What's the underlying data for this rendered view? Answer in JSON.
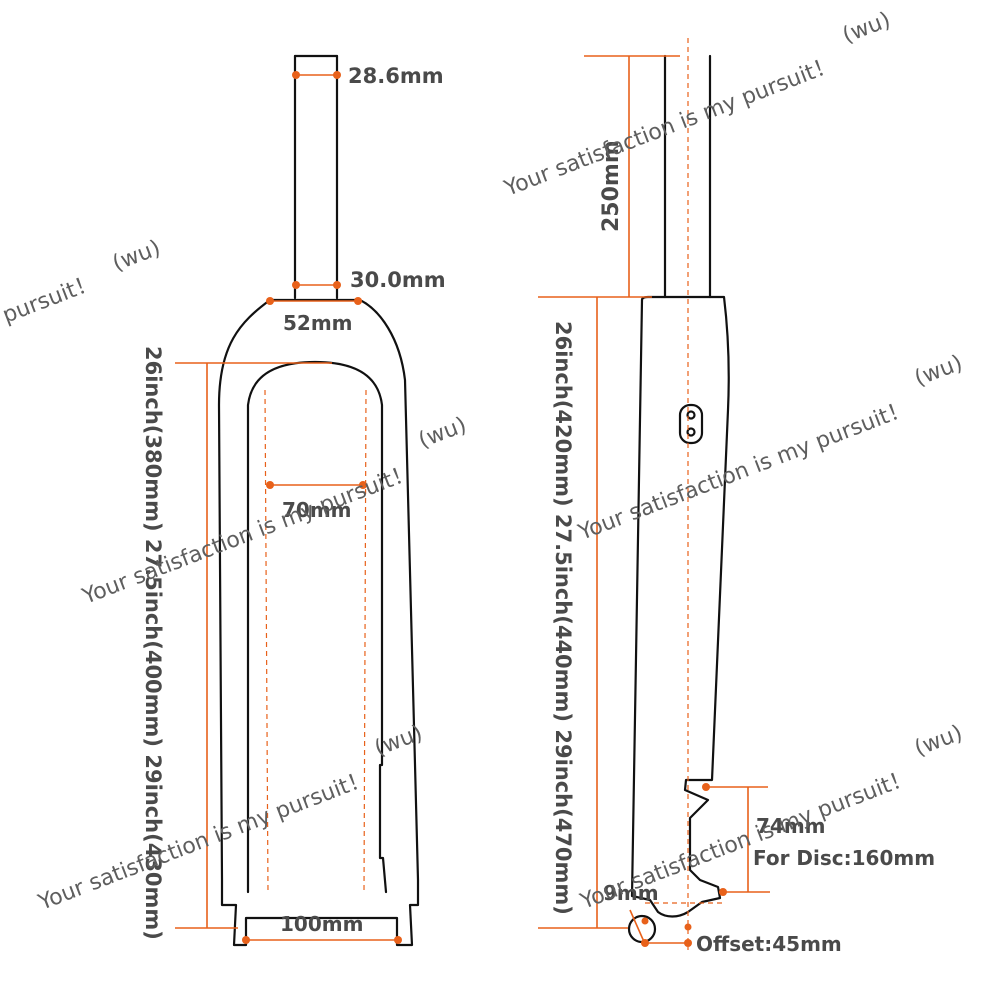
{
  "front_view": {
    "steerer_top_diameter": "28.6mm",
    "steerer_bottom_diameter": "30.0mm",
    "crown_width": "52mm",
    "inner_width": "70mm",
    "axle_spacing": "100mm",
    "fork_length": "26inch(380mm) 27.5inch(400mm) 29inch(430mm)"
  },
  "side_view": {
    "steerer_length": "250mm",
    "fork_length": "26inch(420mm) 27.5inch(440mm) 29inch(470mm)",
    "disc_mount_spacing": "74mm",
    "disc_note": "For Disc:160mm",
    "dropout": "9mm",
    "offset": "Offset:45mm"
  },
  "watermarks": {
    "slogan_full": "Your satisfaction is my pursuit！",
    "slogan_partial": "pursuit！",
    "author": "(wu)"
  },
  "colors": {
    "dimension_lines": "#e8611a",
    "outline": "#111111",
    "label_text": "#4a4a4a"
  }
}
